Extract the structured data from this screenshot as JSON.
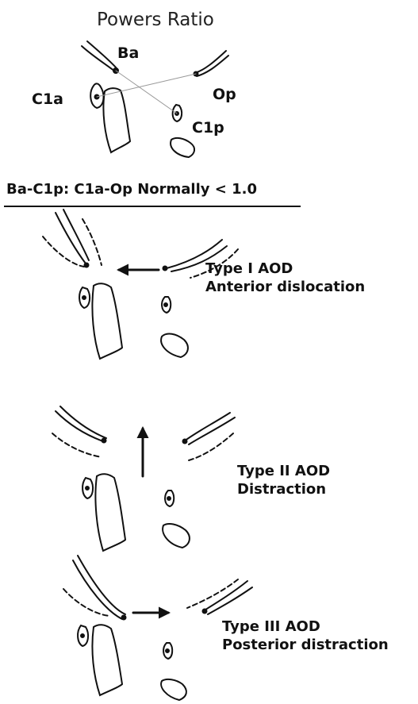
{
  "title": "Powers Ratio",
  "points": {
    "ba": "Ba",
    "op": "Op",
    "c1a": "C1a",
    "c1p": "C1p"
  },
  "formula": "Ba-C1p: C1a-Op  Normally < 1.0",
  "panels": [
    {
      "type": "Type I  AOD",
      "description": "Anterior dislocation"
    },
    {
      "type": "Type II AOD",
      "description": "Distraction"
    },
    {
      "type": "Type III AOD",
      "description": "Posterior distraction"
    }
  ]
}
